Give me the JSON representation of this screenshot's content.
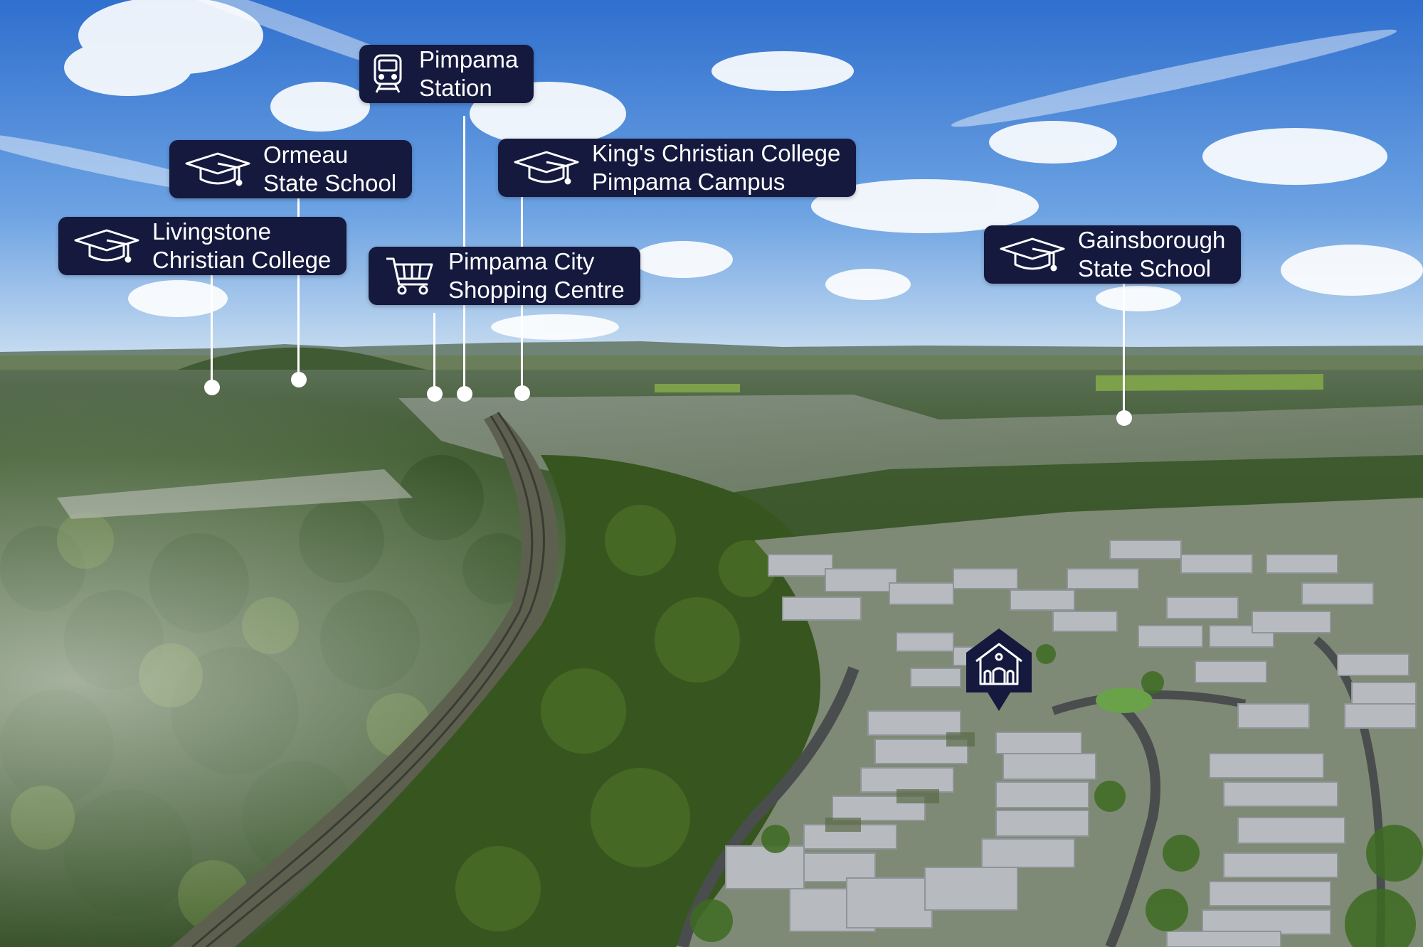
{
  "colors": {
    "callout_bg": "#14193d",
    "sky_top": "#3f7fd6",
    "sky_bottom": "#bcd8f2",
    "forest": "#3f5a2a",
    "roof": "#b9bcc0",
    "line": "#ffffff"
  },
  "callouts": [
    {
      "id": "pimpama-station",
      "icon": "train-icon",
      "line1": "Pimpama",
      "line2": "Station"
    },
    {
      "id": "ormeau-state-school",
      "icon": "graduation-cap-icon",
      "line1": "Ormeau",
      "line2": "State School"
    },
    {
      "id": "kings-christian-college",
      "icon": "graduation-cap-icon",
      "line1": "King's Christian College",
      "line2": "Pimpama Campus"
    },
    {
      "id": "livingstone-christian-college",
      "icon": "graduation-cap-icon",
      "line1": "Livingstone",
      "line2": "Christian College"
    },
    {
      "id": "pimpama-city-shopping-centre",
      "icon": "shopping-cart-icon",
      "line1": "Pimpama City",
      "line2": "Shopping Centre"
    },
    {
      "id": "gainsborough-state-school",
      "icon": "graduation-cap-icon",
      "line1": "Gainsborough",
      "line2": "State School"
    }
  ],
  "home_marker": {
    "icon": "house-pin-icon"
  }
}
